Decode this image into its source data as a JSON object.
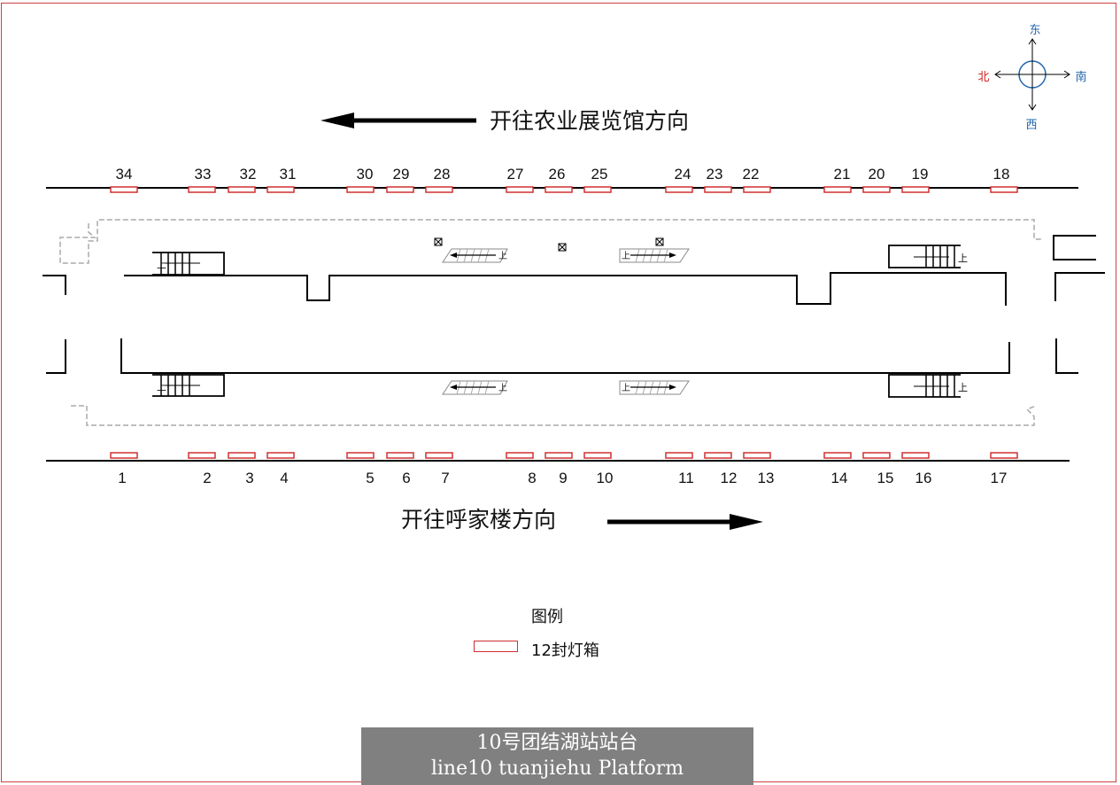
{
  "direction_north": "开往农业展览馆方向",
  "direction_south": "开往呼家楼方向",
  "compass": {
    "east": "东",
    "west": "西",
    "north": "北",
    "south": "南"
  },
  "legend": {
    "title": "图例",
    "item_label": "12封灯箱"
  },
  "title": {
    "line1": "10号团结湖站站台",
    "line2": "line10 tuanjiehu Platform"
  },
  "stair_label": "上",
  "colors": {
    "lightbox": "#d03030",
    "compass_ns": "#cc2222",
    "compass_ew": "#2266aa",
    "banner": "#808080"
  },
  "lightboxes_top": [
    "34",
    "33",
    "32",
    "31",
    "30",
    "29",
    "28",
    "27",
    "26",
    "25",
    "24",
    "23",
    "22",
    "21",
    "20",
    "19",
    "18"
  ],
  "lightboxes_bottom": [
    "1",
    "2",
    "3",
    "4",
    "5",
    "6",
    "7",
    "8",
    "9",
    "10",
    "11",
    "12",
    "13",
    "14",
    "15",
    "16",
    "17"
  ]
}
